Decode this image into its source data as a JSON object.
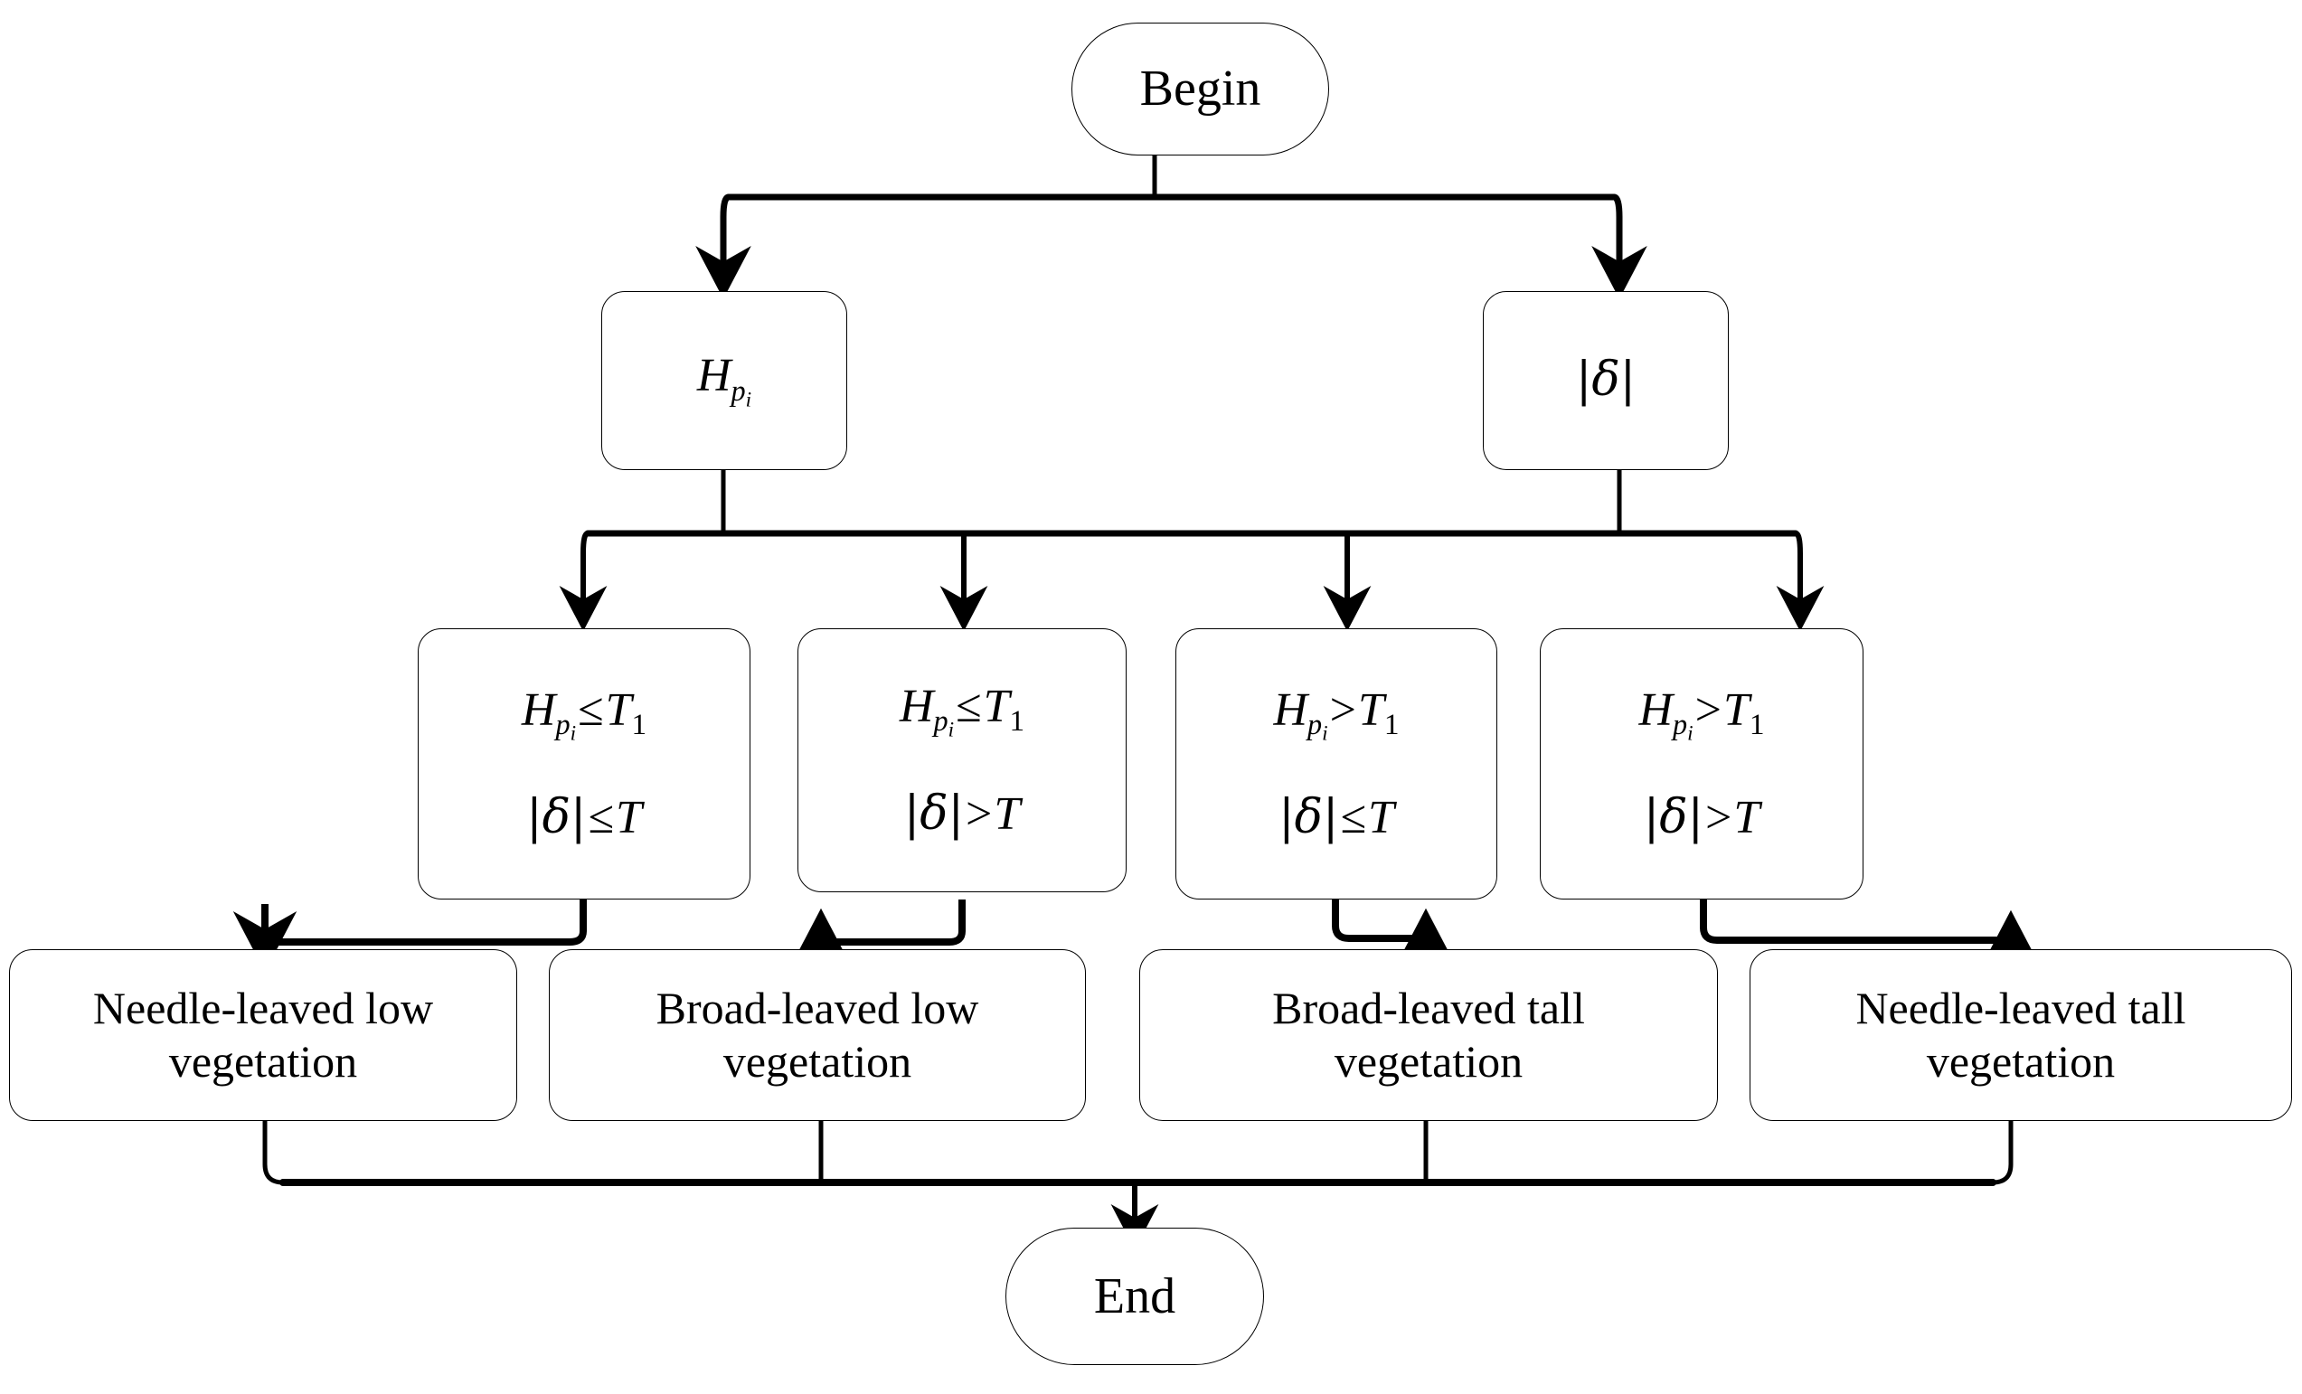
{
  "diagram": {
    "title": "Vegetation classification decision flowchart",
    "background_color": "#ffffff",
    "line_color": "#000000",
    "text_color": "#000000"
  },
  "terminals": {
    "begin": "Begin",
    "end": "End"
  },
  "features": [
    {
      "id": "feature-height",
      "label": "H",
      "sub": "p",
      "subsub": "i",
      "plain": "H_p_i"
    },
    {
      "id": "feature-delta",
      "label": "|δ|",
      "plain": "|delta|"
    }
  ],
  "conditions": [
    {
      "id": "condition-1",
      "line1": {
        "var": "H",
        "sub": "p",
        "subsub": "i",
        "op": "≤",
        "rhs": "T",
        "rhs_sub": "1"
      },
      "line2": {
        "var": "|δ|",
        "op": "≤",
        "rhs": "T"
      },
      "plain": "H_p_i ≤ T1 ; |δ| ≤ T"
    },
    {
      "id": "condition-2",
      "line1": {
        "var": "H",
        "sub": "p",
        "subsub": "i",
        "op": "≤",
        "rhs": "T",
        "rhs_sub": "1"
      },
      "line2": {
        "var": "|δ|",
        "op": ">",
        "rhs": "T"
      },
      "plain": "H_p_i ≤ T1 ; |δ| > T"
    },
    {
      "id": "condition-3",
      "line1": {
        "var": "H",
        "sub": "p",
        "subsub": "i",
        "op": ">",
        "rhs": "T",
        "rhs_sub": "1"
      },
      "line2": {
        "var": "|δ|",
        "op": "≤",
        "rhs": "T"
      },
      "plain": "H_p_i > T1 ; |δ| ≤ T"
    },
    {
      "id": "condition-4",
      "line1": {
        "var": "H",
        "sub": "p",
        "subsub": "i",
        "op": ">",
        "rhs": "T",
        "rhs_sub": "1"
      },
      "line2": {
        "var": "|δ|",
        "op": ">",
        "rhs": "T"
      },
      "plain": "H_p_i > T1 ; |δ| > T"
    }
  ],
  "results": [
    {
      "id": "result-1",
      "line1": "Needle-leaved low",
      "line2": "vegetation"
    },
    {
      "id": "result-2",
      "line1": "Broad-leaved low",
      "line2": "vegetation"
    },
    {
      "id": "result-3",
      "line1": "Broad-leaved tall",
      "line2": "vegetation"
    },
    {
      "id": "result-4",
      "line1": "Needle-leaved tall",
      "line2": "vegetation"
    }
  ]
}
